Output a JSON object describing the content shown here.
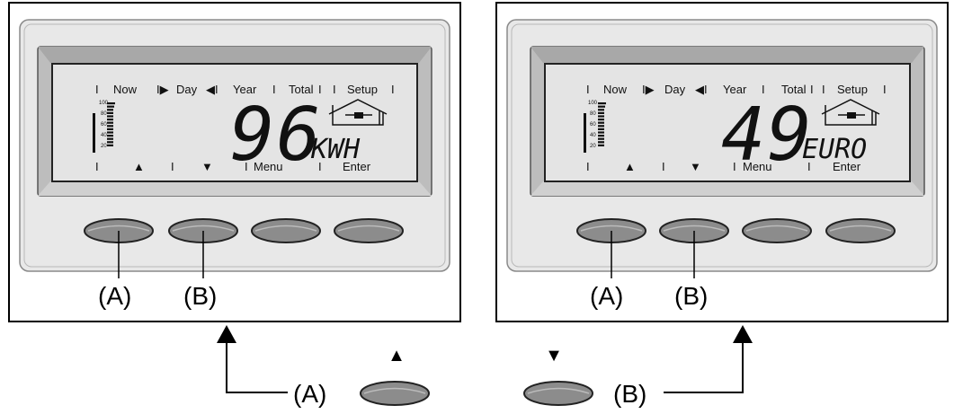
{
  "panels": [
    {
      "id": "left",
      "lcd": {
        "top_menu": [
          "Now",
          "Day",
          "Year",
          "Total",
          "Setup"
        ],
        "bottom_menu": [
          "▲",
          "▼",
          "Menu",
          "Enter"
        ],
        "bar_scale": [
          "100",
          "80",
          "60",
          "40",
          "20"
        ],
        "value": "96",
        "unit": "KWH"
      },
      "button_callouts": [
        "(A)",
        "(B)"
      ]
    },
    {
      "id": "right",
      "lcd": {
        "top_menu": [
          "Now",
          "Day",
          "Year",
          "Total",
          "Setup"
        ],
        "bottom_menu": [
          "▲",
          "▼",
          "Menu",
          "Enter"
        ],
        "bar_scale": [
          "100",
          "80",
          "60",
          "40",
          "20"
        ],
        "value": "49",
        "unit": "EURO"
      },
      "button_callouts": [
        "(A)",
        "(B)"
      ]
    }
  ],
  "legend": {
    "a": {
      "arrow_symbol": "▲",
      "label": "(A)"
    },
    "b": {
      "arrow_symbol": "▼",
      "label": "(B)"
    }
  },
  "colors": {
    "frame": "#000000",
    "panel_fill": "#e8e8e8",
    "panel_border": "#9a9a9a",
    "lcd_bezel": "#bfbfbf",
    "lcd_screen": "#e6e6e6",
    "button_fill": "#8c8c8c"
  }
}
